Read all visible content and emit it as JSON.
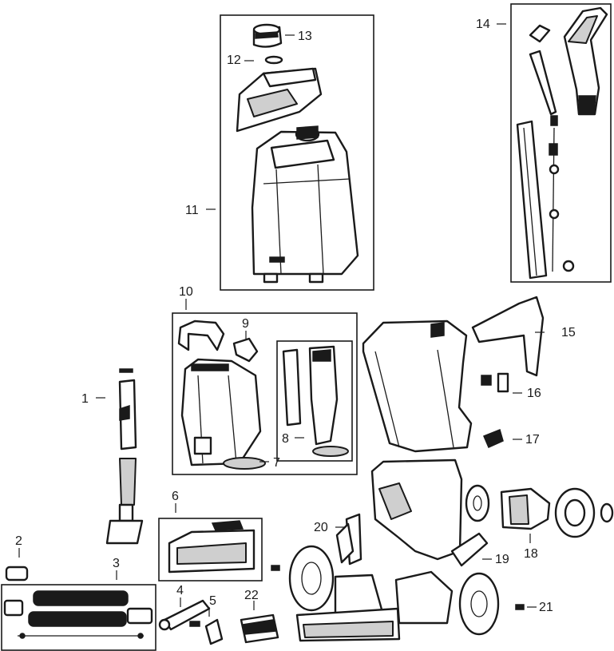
{
  "callouts": [
    "1",
    "2",
    "3",
    "4",
    "5",
    "6",
    "7",
    "8",
    "9",
    "10",
    "11",
    "12",
    "13",
    "14",
    "15",
    "16",
    "17",
    "18",
    "19",
    "20",
    "21",
    "22"
  ],
  "colors": {
    "line": "#1a1a1a",
    "background": "#ffffff",
    "shade": "#cfcfcf"
  }
}
